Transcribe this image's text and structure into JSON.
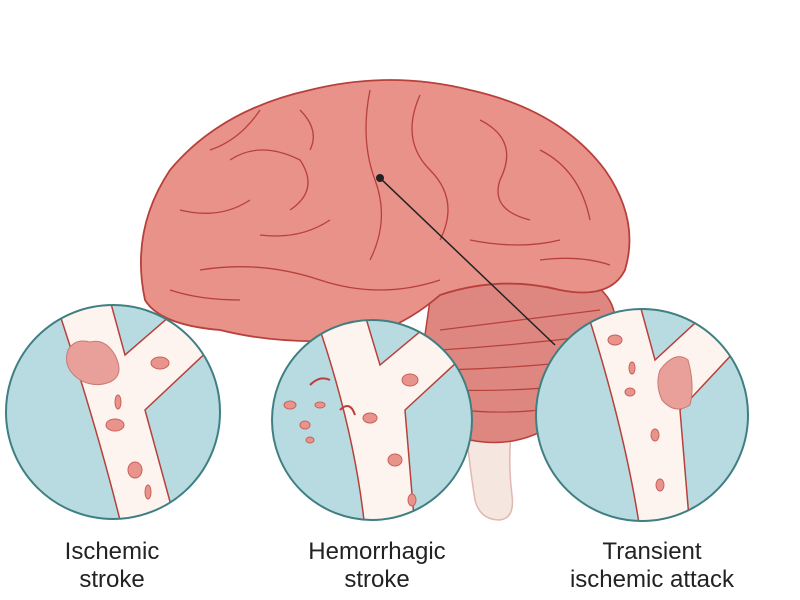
{
  "colors": {
    "brain_fill": "#e8928a",
    "brain_line": "#b8403a",
    "cerebellum_fill": "#de8680",
    "stem_fill": "#f6e6e0",
    "circle_bg": "#b7dbe0",
    "circle_border": "#3f7f82",
    "vessel_fill": "#fdf3ef",
    "vessel_wall": "#e6a8a0",
    "cell_fill": "#e8948c",
    "cell_core": "#c9605a",
    "clot_fill": "#e9a09a"
  },
  "labels": [
    {
      "line1": "Ischemic",
      "line2": "stroke"
    },
    {
      "line1": "Hemorrhagic",
      "line2": "stroke"
    },
    {
      "line1": "Transient",
      "line2": "ischemic attack"
    }
  ]
}
